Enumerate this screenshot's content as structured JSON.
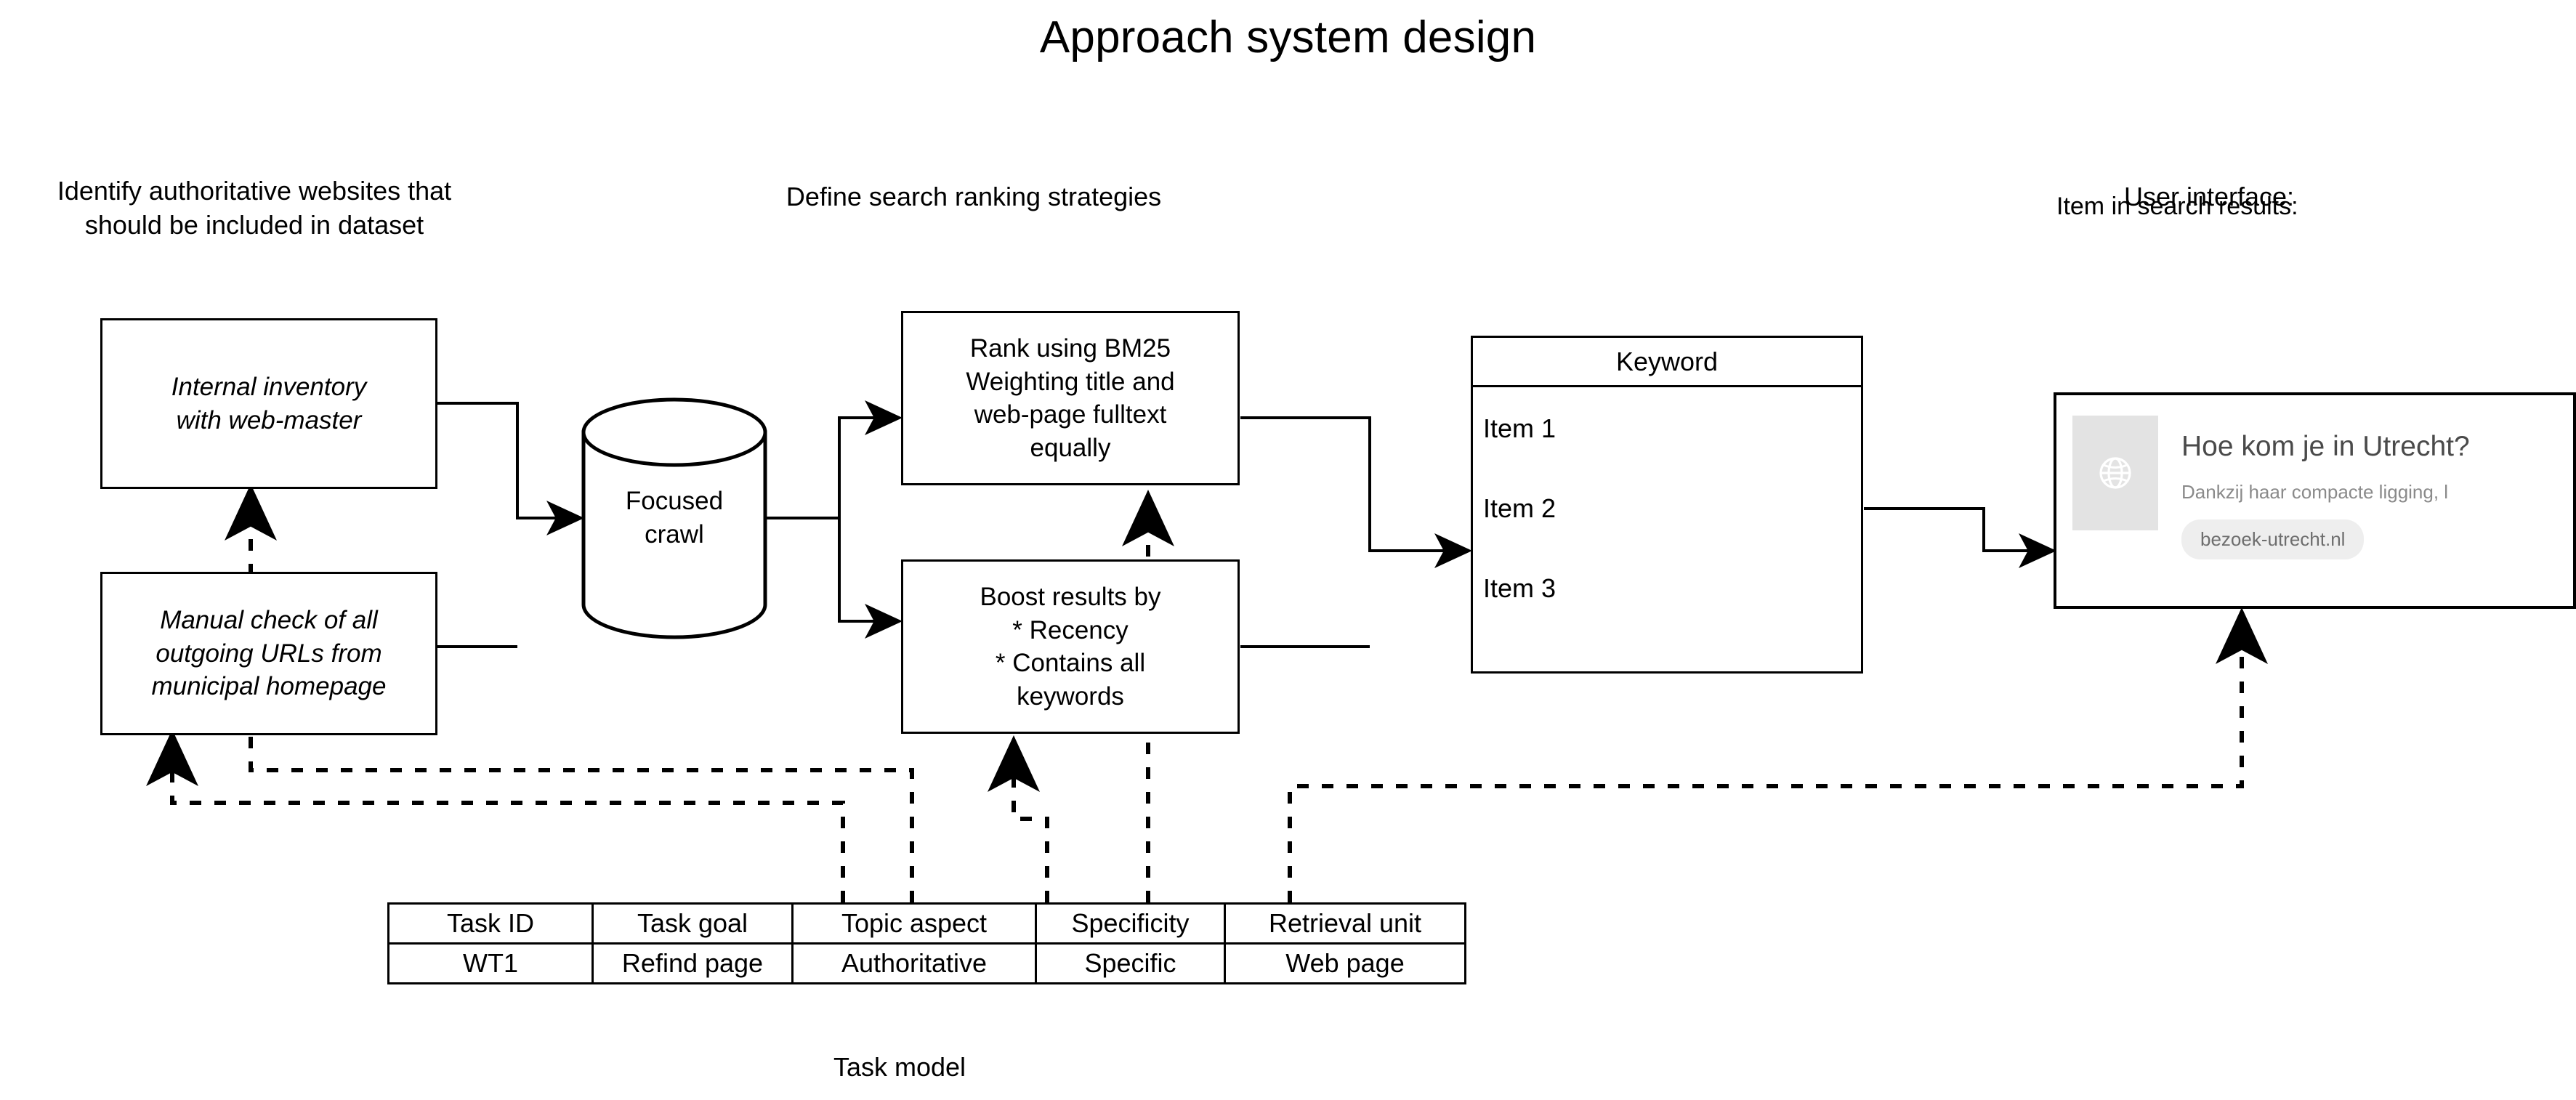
{
  "title": "Approach system design",
  "sections": {
    "left_label": "Identify authoritative websites that\nshould be included in dataset",
    "middle_label": "Define search ranking strategies",
    "right_label": "User interface:"
  },
  "nodes": {
    "internal_inventory": "Internal inventory\nwith web-master",
    "manual_check": "Manual check of all\noutgoing URLs from\nmunicipal homepage",
    "focused_crawl": "Focused\ncrawl",
    "rank_bm25": "Rank using BM25\nWeighting title and\nweb-page fulltext\nequally",
    "boost_results": "Boost results by\n* Recency\n* Contains all\nkeywords"
  },
  "keyword_panel": {
    "header": "Keyword",
    "items": [
      "Item 1",
      "Item 2",
      "Item 3"
    ]
  },
  "search_result": {
    "label": "Item in search results:",
    "thumbnail_icon": "globe-icon",
    "title": "Hoe kom je in Utrecht?",
    "snippet": "Dankzij haar compacte ligging, l",
    "url_chip": "bezoek-utrecht.nl"
  },
  "task_model": {
    "caption": "Task model",
    "headers": [
      "Task ID",
      "Task goal",
      "Topic aspect",
      "Specificity",
      "Retrieval unit"
    ],
    "rows": [
      [
        "WT1",
        "Refind page",
        "Authoritative",
        "Specific",
        "Web page"
      ]
    ]
  },
  "colors": {
    "stroke": "#000000",
    "background": "#ffffff",
    "thumb_fill": "#e3e3e3",
    "result_title": "#4a4a4a",
    "result_snippet": "#8a8a8a",
    "chip_fill": "#eeeeee"
  }
}
